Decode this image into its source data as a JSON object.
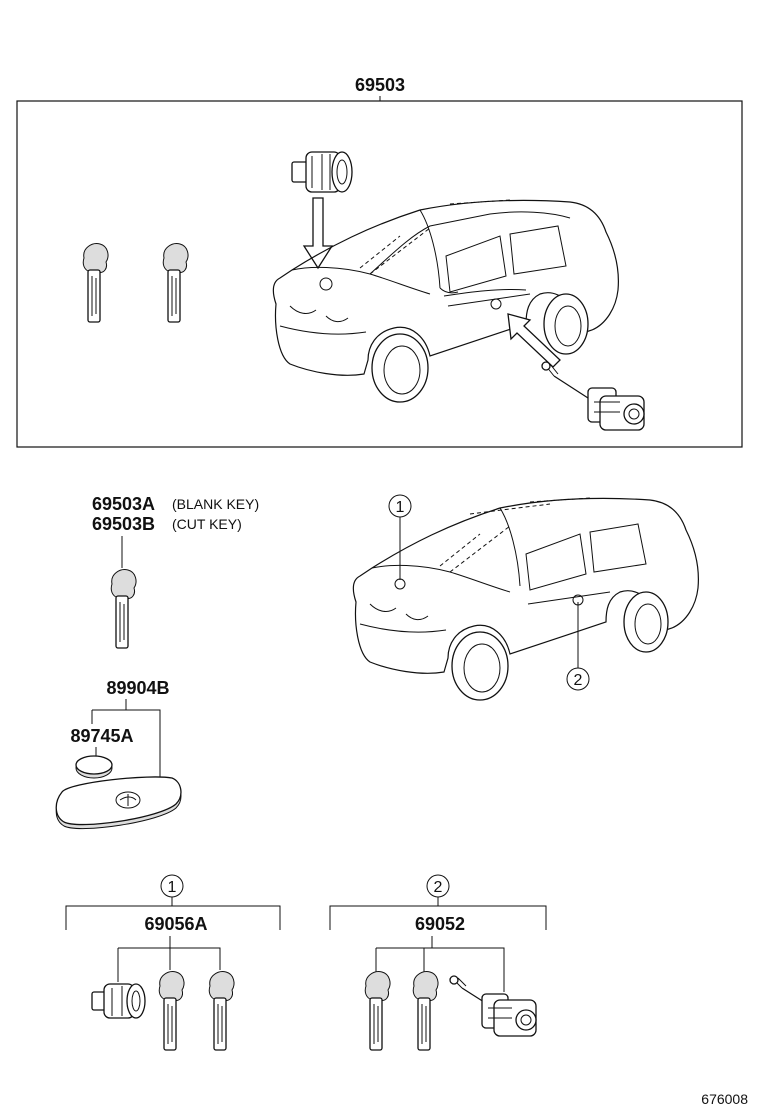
{
  "labels": {
    "assembly": "69503",
    "blank_key": "69503A",
    "blank_key_note": "(BLANK KEY)",
    "cut_key": "69503B",
    "cut_key_note": "(CUT KEY)",
    "transmitter": "89904B",
    "battery": "89745A",
    "set_1": "69056A",
    "set_2": "69052",
    "ref_1": "1",
    "ref_2": "2",
    "illustration_number": "676008"
  }
}
